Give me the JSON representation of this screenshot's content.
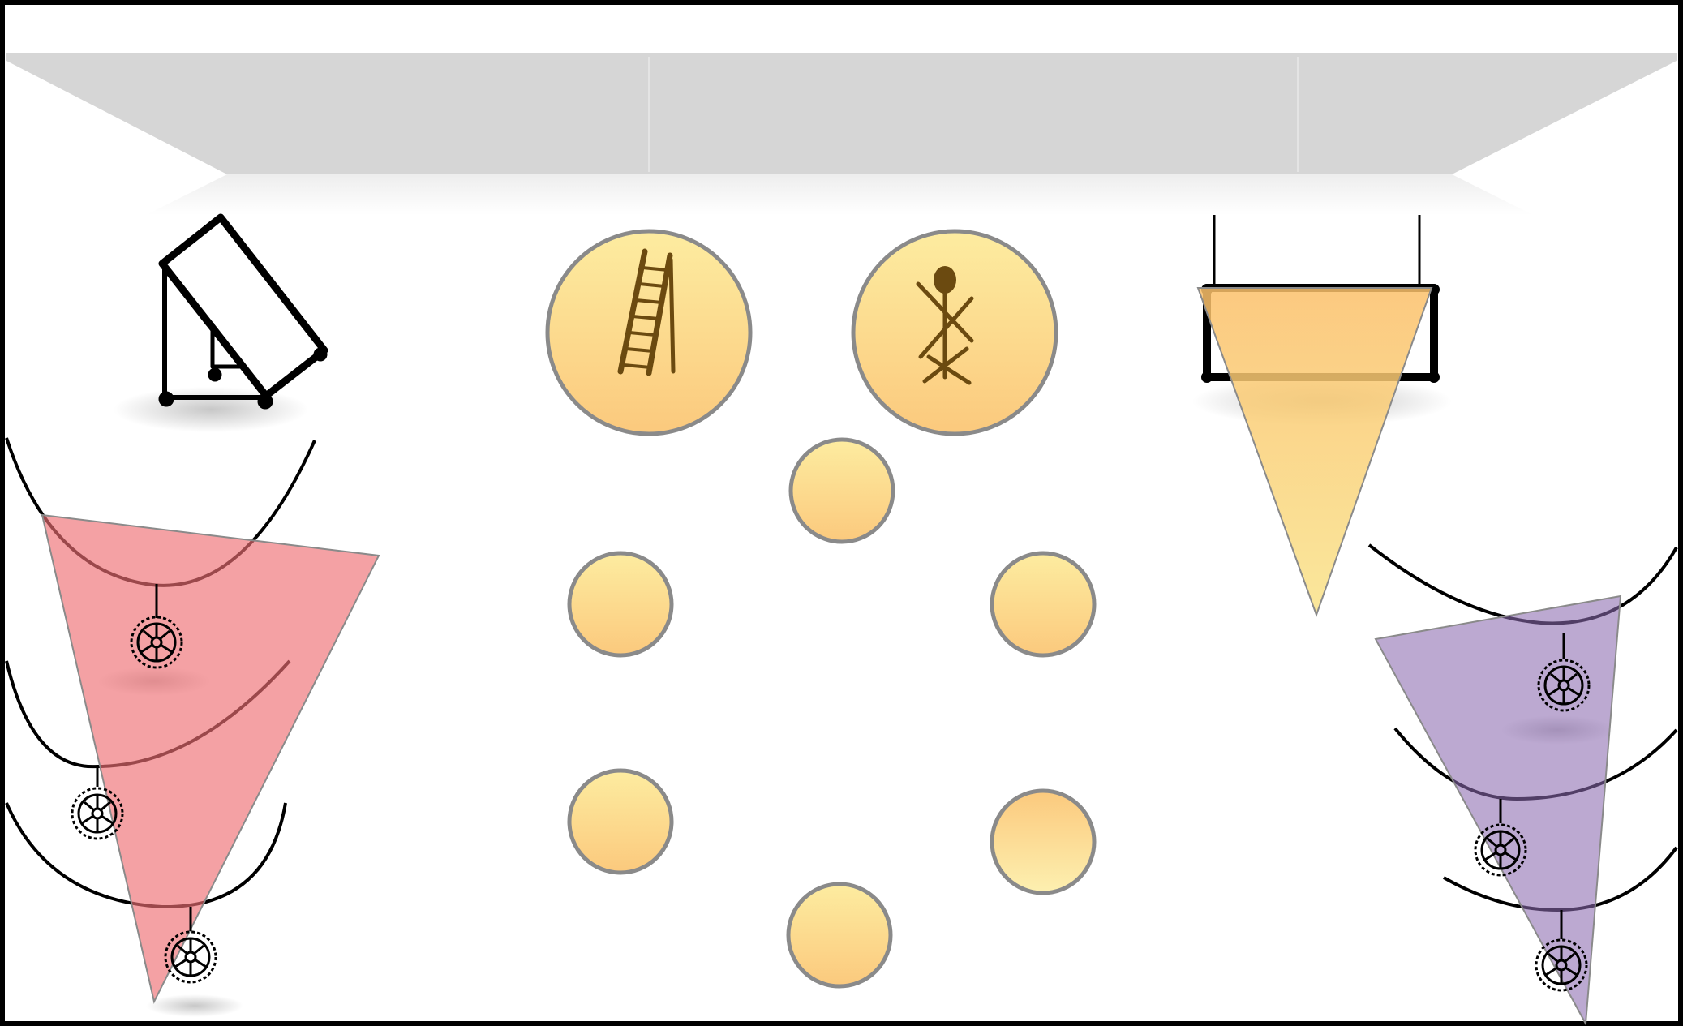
{
  "diagram": {
    "kind": "stage-lighting-plot",
    "colors": {
      "border": "#000000",
      "ceiling": "#d6d6d6",
      "floor": "#ffffff",
      "disc_top": "#fdeca0",
      "disc_bottom": "#fbc97d",
      "disc_stroke": "#8a8a8a",
      "icon_brown": "#6b4a10",
      "beam_red": "#ee6f73",
      "beam_purple": "#8b6bb0",
      "beam_yellow": "#f8c85a",
      "fixture_black": "#000000"
    },
    "icons": {
      "rolling_board": "rolling-reflector-board-icon",
      "ladder": "ladder-icon",
      "figure": "stick-figure-icon",
      "softbox": "hanging-softbox-icon",
      "lamp": "ceiling-lamp-icon"
    },
    "counts": {
      "small_discs": 6,
      "left_lamps": 3,
      "right_lamps": 3
    }
  }
}
